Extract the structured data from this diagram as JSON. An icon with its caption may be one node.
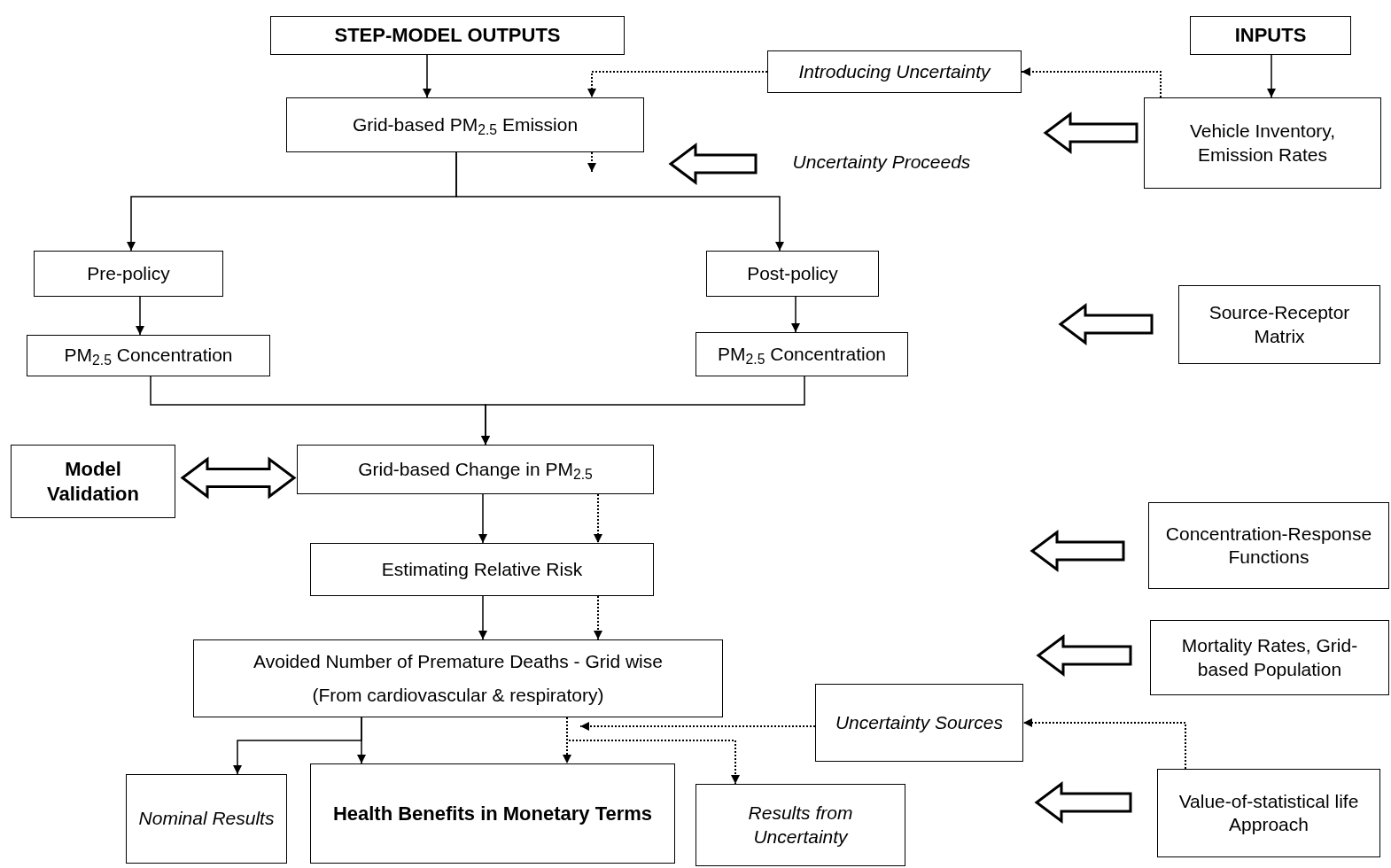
{
  "diagram": {
    "nodes": [
      {
        "text": [
          "STEP-MODEL OUTPUTS"
        ]
      },
      {
        "text": [
          "INPUTS"
        ]
      },
      {
        "text": [
          "Introducing Uncertainty"
        ]
      },
      {
        "text": [
          "Grid-based PM$_{2.5}$ Emission"
        ]
      },
      {
        "text": [
          "Uncertainty Proceeds"
        ]
      },
      {
        "text": [
          "Vehicle Inventory, Emission Rates"
        ]
      },
      {
        "text": [
          "Pre-policy"
        ]
      },
      {
        "text": [
          "Post-policy"
        ]
      },
      {
        "text": [
          "Source-Receptor Matrix"
        ]
      },
      {
        "text": [
          "PM$_{2.5}$ Concentration"
        ]
      },
      {
        "text": [
          "PM$_{2.5}$ Concentration"
        ]
      },
      {
        "text": [
          "Model Validation"
        ]
      },
      {
        "text": [
          "Grid-based Change in PM$_{2.5}$"
        ]
      },
      {
        "text": [
          "Concentration-Response Functions"
        ]
      },
      {
        "text": [
          "Estimating Relative Risk"
        ]
      },
      {
        "text": [
          "Mortality Rates, Grid-based Population"
        ]
      },
      {
        "text": [
          "Avoided Number of Premature Deaths - Grid wise",
          "(From cardiovascular & respiratory)"
        ]
      },
      {
        "text": [
          "Uncertainty Sources"
        ]
      },
      {
        "text": [
          "Nominal Results"
        ]
      },
      {
        "text": [
          "Health Benefits in Monetary Terms"
        ]
      },
      {
        "text": [
          "Results from Uncertainty"
        ]
      },
      {
        "text": [
          "Value-of-statistical life Approach"
        ]
      }
    ],
    "edges": [
      {
        "from": 0,
        "to": 3,
        "arrow": "to"
      },
      {
        "from": 2,
        "to": 3,
        "arrow": "to",
        "style": "dashed"
      },
      {
        "from": 5,
        "to": 2,
        "arrow": "to",
        "style": "dashed"
      },
      {
        "from": 1,
        "to": 5,
        "arrow": "to"
      },
      {
        "from": 3,
        "to": 6,
        "arrow": "to"
      },
      {
        "from": 3,
        "to": 7,
        "arrow": "to"
      },
      {
        "from": 3,
        "to": null,
        "arrow": "to",
        "style": "dashed"
      },
      {
        "from": 5,
        "to": null,
        "arrow": "to",
        "style": "thick"
      },
      {
        "from": 4,
        "to": null,
        "arrow": "to",
        "style": "thick"
      },
      {
        "from": 8,
        "to": null,
        "arrow": "to",
        "style": "thick"
      },
      {
        "from": 6,
        "to": 9,
        "arrow": "to"
      },
      {
        "from": 7,
        "to": 10,
        "arrow": "to"
      },
      {
        "from": 9,
        "to": 12,
        "arrow": "to"
      },
      {
        "from": 10,
        "to": 12,
        "arrow": "to"
      },
      {
        "from": 11,
        "to": 12,
        "arrow": "both",
        "style": "thick"
      },
      {
        "from": 12,
        "to": 14,
        "arrow": "to"
      },
      {
        "from": 12,
        "to": 14,
        "arrow": "to",
        "style": "dashed"
      },
      {
        "from": 14,
        "to": 16,
        "arrow": "to"
      },
      {
        "from": 14,
        "to": 16,
        "arrow": "to",
        "style": "dashed"
      },
      {
        "from": 13,
        "to": null,
        "arrow": "to",
        "style": "thick"
      },
      {
        "from": 15,
        "to": null,
        "arrow": "to",
        "style": "thick"
      },
      {
        "from": 16,
        "to": 18,
        "arrow": "to"
      },
      {
        "from": 16,
        "to": 19,
        "arrow": "to"
      },
      {
        "from": 16,
        "to": 19,
        "arrow": "to",
        "style": "dashed"
      },
      {
        "from": 16,
        "to": 20,
        "arrow": "to",
        "style": "dashed"
      },
      {
        "from": 17,
        "to": 16,
        "arrow": "to",
        "style": "dashed"
      },
      {
        "from": 21,
        "to": 17,
        "arrow": "to",
        "style": "dashed"
      },
      {
        "from": 21,
        "to": null,
        "arrow": "to",
        "style": "thick"
      }
    ]
  }
}
